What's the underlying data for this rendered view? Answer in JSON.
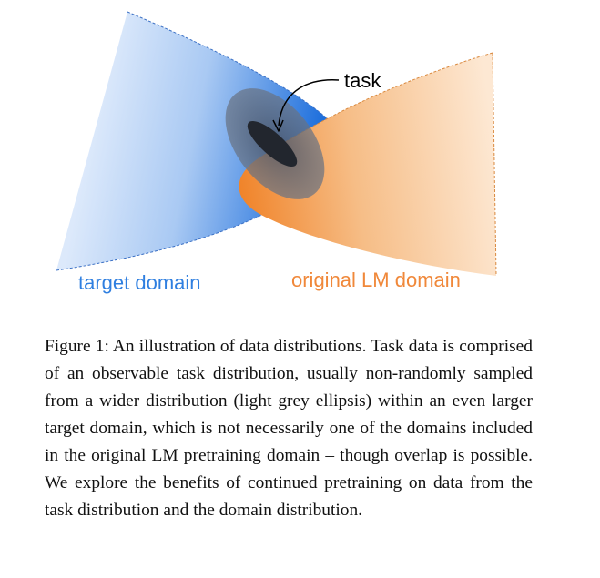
{
  "figure": {
    "labels": {
      "task": "task",
      "target_domain": "target domain",
      "original_domain": "original LM domain"
    },
    "colors": {
      "target_domain": "#2f7fe0",
      "original_domain": "#f0883a",
      "task_ellipse": "#5a6478",
      "task_core": "#252a34"
    }
  },
  "caption": {
    "text": "Figure 1: An illustration of data distributions. Task data is comprised of an observable task distribution, usually non-randomly sampled from a wider distribution (light grey ellipsis) within an even larger target domain, which is not necessarily one of the domains included in the original LM pretraining domain – though overlap is possible. We explore the benefits of continued pretraining on data from the task distribution and the domain distribution."
  }
}
